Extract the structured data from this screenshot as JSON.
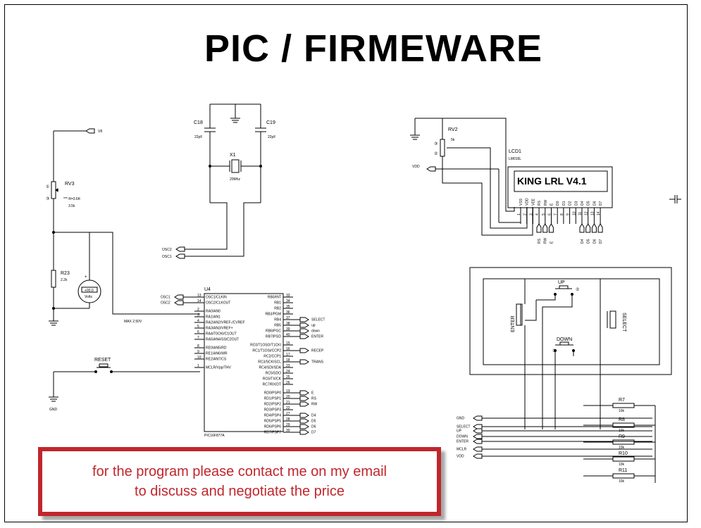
{
  "title": "PIC / FIRMEWARE",
  "note": {
    "line1": "for the program please contact me on my email",
    "line2": "to discuss and negotiate the price"
  },
  "osc": {
    "c18": "C18",
    "c18_val": "22pF",
    "c19": "C19",
    "c19_val": "22pF",
    "x1": "X1",
    "x1_val": "20Mhz",
    "osc2": "OSC2",
    "osc1": "OSC1"
  },
  "rv3": {
    "name": "RV3",
    "val1": "*** R=3.6K",
    "val2": "3.5k",
    "net": "V8"
  },
  "r23": {
    "name": "R23",
    "val": "2.2k"
  },
  "meter": {
    "reading": "+00.0",
    "unit": "Volts"
  },
  "max_label": "MAX 2.50V",
  "gnd": "GND",
  "reset": "RESET",
  "u4": {
    "name": "U4",
    "part": "PIC16F877A",
    "left_pins": [
      {
        "num": "13",
        "name": "OSC1/CLKIN"
      },
      {
        "num": "14",
        "name": "OSC2/CLKOUT"
      },
      {
        "num": "2",
        "name": "RA0/AN0"
      },
      {
        "num": "3",
        "name": "RA1/AN1"
      },
      {
        "num": "4",
        "name": "RA2/AN2/VREF-/CVREF"
      },
      {
        "num": "5",
        "name": "RA3/AN3/VREF+"
      },
      {
        "num": "6",
        "name": "RA4/T0CKI/C1OUT"
      },
      {
        "num": "7",
        "name": "RA5/AN4/SS/C2OUT"
      },
      {
        "num": "8",
        "name": "RE0/AN5/RD"
      },
      {
        "num": "9",
        "name": "RE1/AN6/WR"
      },
      {
        "num": "10",
        "name": "RE2/AN7/CS"
      },
      {
        "num": "1",
        "name": "MCLR/Vpp/THV"
      }
    ],
    "left_nets": [
      "OSC1",
      "OSC2"
    ],
    "right_pins": [
      {
        "num": "33",
        "name": "RB0/INT",
        "net": ""
      },
      {
        "num": "34",
        "name": "RB1",
        "net": ""
      },
      {
        "num": "35",
        "name": "RB2",
        "net": ""
      },
      {
        "num": "36",
        "name": "RB3/PGM",
        "net": ""
      },
      {
        "num": "37",
        "name": "RB4",
        "net": "SELECT"
      },
      {
        "num": "38",
        "name": "RB5",
        "net": "up"
      },
      {
        "num": "39",
        "name": "RB6/PGC",
        "net": "down"
      },
      {
        "num": "40",
        "name": "RB7/PGD",
        "net": "ENTER"
      },
      {
        "num": "15",
        "name": "RC0/T1OSO/T1CKI",
        "net": ""
      },
      {
        "num": "16",
        "name": "RC1/T1OSI/CCP2",
        "net": "RECEP"
      },
      {
        "num": "17",
        "name": "RC2/CCP1",
        "net": ""
      },
      {
        "num": "18",
        "name": "RC3/SCK/SCL",
        "net": "TRANS"
      },
      {
        "num": "23",
        "name": "RC4/SDI/SDA",
        "net": ""
      },
      {
        "num": "24",
        "name": "RC5/SDO",
        "net": ""
      },
      {
        "num": "25",
        "name": "RC6/TX/CK",
        "net": ""
      },
      {
        "num": "26",
        "name": "RC7/RX/DT",
        "net": ""
      },
      {
        "num": "19",
        "name": "RD0/PSP0",
        "net": "E"
      },
      {
        "num": "20",
        "name": "RD1/PSP1",
        "net": "RS"
      },
      {
        "num": "21",
        "name": "RD2/PSP2",
        "net": "RW"
      },
      {
        "num": "22",
        "name": "RD3/PSP3",
        "net": ""
      },
      {
        "num": "27",
        "name": "RD4/PSP4",
        "net": "D4"
      },
      {
        "num": "28",
        "name": "RD5/PSP5",
        "net": "D5"
      },
      {
        "num": "29",
        "name": "RD6/PSP6",
        "net": "D6"
      },
      {
        "num": "30",
        "name": "RD7/PSP7",
        "net": "D7"
      }
    ]
  },
  "lcd": {
    "name": "LCD1",
    "part": "LM016L",
    "text": "KING LRL V4.1",
    "pins": [
      "VSS",
      "VDD",
      "VEE",
      "RS",
      "RW",
      "E",
      "D0",
      "D1",
      "D2",
      "D3",
      "D4",
      "D5",
      "D6",
      "D7"
    ],
    "pin_nums": [
      "1",
      "2",
      "3",
      "4",
      "5",
      "6",
      "7",
      "8",
      "9",
      "10",
      "11",
      "12",
      "13",
      "14"
    ],
    "bottom_left_nets": [
      "RS",
      "RW",
      "E"
    ],
    "bottom_right_nets": [
      "D4",
      "D5",
      "D6",
      "D7"
    ]
  },
  "rv2": {
    "name": "RV2",
    "val": "5k",
    "vdd": "VDD"
  },
  "buttons": {
    "up": "UP",
    "down": "DOWN",
    "enter": "ENTER",
    "select": "SELECT"
  },
  "resistors": [
    {
      "name": "R7",
      "val": "10k"
    },
    {
      "name": "R8",
      "val": "10k"
    },
    {
      "name": "R9",
      "val": "10k"
    },
    {
      "name": "R10",
      "val": "10k"
    },
    {
      "name": "R11",
      "val": "10k"
    }
  ],
  "right_nets": [
    "GND",
    "SELECT",
    "UP",
    "DOWN",
    "ENTER",
    "MCLR",
    "VDD"
  ]
}
